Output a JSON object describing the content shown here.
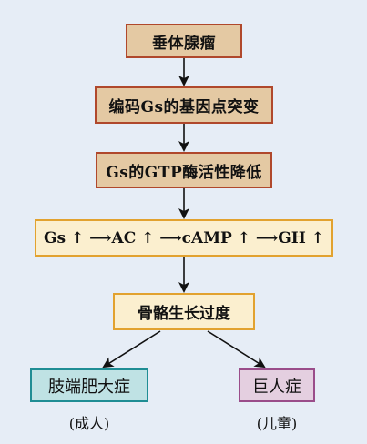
{
  "nodes": {
    "pituitary_adenoma": "垂体腺瘤",
    "gs_gene_mutation": "编码Gs的基因点突变",
    "gtpase_activity_decrease": "Gs的GTP酶活性降低",
    "signal_cascade": "Gs ↑ ⟶AC ↑ ⟶cAMP ↑ ⟶GH ↑",
    "excess_bone_growth": "骨骼生长过度",
    "acromegaly": "肢端肥大症",
    "acromegaly_note": "(成人)",
    "gigantism": "巨人症",
    "gigantism_note": "(儿童)"
  },
  "colors": {
    "background": "#e6edf6",
    "tan_fill": "#e4c9a3",
    "tan_border": "#b0482c",
    "yellow_fill": "#fbefcf",
    "yellow_border": "#e2a22f",
    "teal_fill": "#bfe2e4",
    "teal_border": "#1f8d94",
    "purple_fill": "#e4cfe0",
    "purple_border": "#9a4d8a",
    "arrow": "#111111"
  }
}
